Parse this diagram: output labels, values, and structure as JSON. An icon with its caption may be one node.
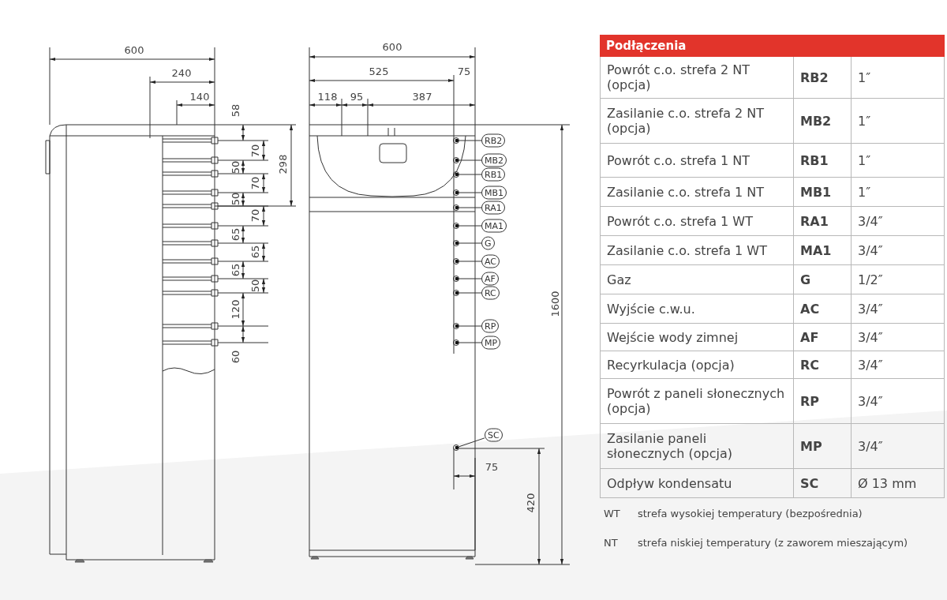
{
  "diagram": {
    "nodes": [
      {
        "text": [
          "RB2"
        ]
      },
      {
        "text": [
          "MB2"
        ]
      },
      {
        "text": [
          "RB1"
        ]
      },
      {
        "text": [
          "MB1"
        ]
      },
      {
        "text": [
          "RA1"
        ]
      },
      {
        "text": [
          "MA1"
        ]
      },
      {
        "text": [
          "G"
        ]
      },
      {
        "text": [
          "AC"
        ]
      },
      {
        "text": [
          "AF"
        ]
      },
      {
        "text": [
          "RC"
        ]
      },
      {
        "text": [
          "RP"
        ]
      },
      {
        "text": [
          "MP"
        ]
      },
      {
        "text": [
          "SC"
        ]
      },
      {
        "text": [],
        "shape": "circle"
      },
      {
        "text": [],
        "shape": "circle"
      },
      {
        "text": [],
        "shape": "circle"
      },
      {
        "text": [],
        "shape": "circle"
      },
      {
        "text": [],
        "shape": "circle"
      },
      {
        "text": [],
        "shape": "circle"
      },
      {
        "text": [],
        "shape": "circle"
      },
      {
        "text": [],
        "shape": "circle"
      },
      {
        "text": [],
        "shape": "circle"
      },
      {
        "text": [],
        "shape": "circle"
      },
      {
        "text": [],
        "shape": "circle"
      },
      {
        "text": [],
        "shape": "circle"
      },
      {
        "text": [],
        "shape": "circle"
      }
    ],
    "edges": [
      {
        "from": 0,
        "to": 13,
        "arrow": "none"
      },
      {
        "from": 1,
        "to": 14,
        "arrow": "none"
      },
      {
        "from": 2,
        "to": 15,
        "arrow": "none"
      },
      {
        "from": 3,
        "to": 16,
        "arrow": "none"
      },
      {
        "from": 4,
        "to": 17,
        "arrow": "none"
      },
      {
        "from": 5,
        "to": 18,
        "arrow": "none"
      },
      {
        "from": 6,
        "to": 19,
        "arrow": "none"
      },
      {
        "from": 7,
        "to": 20,
        "arrow": "none"
      },
      {
        "from": 8,
        "to": 21,
        "arrow": "none"
      },
      {
        "from": 9,
        "to": 22,
        "arrow": "none"
      },
      {
        "from": 10,
        "to": 23,
        "arrow": "none"
      },
      {
        "from": 11,
        "to": 24,
        "arrow": "none"
      },
      {
        "from": 12,
        "to": 25,
        "arrow": "none"
      }
    ],
    "labels": [
      "600",
      "240",
      "140",
      "58",
      "298",
      "70",
      "50",
      "70",
      "50",
      "70",
      "65",
      "65",
      "65",
      "50",
      "120",
      "60",
      "600",
      "525",
      "75",
      "118",
      "95",
      "387",
      "1600",
      "75",
      "420",
      "Podłączenia",
      "Powrót c.o. strefa 2 NT (opcja)",
      "RB2",
      "1″",
      "Zasilanie c.o. strefa 2 NT (opcja)",
      "MB2",
      "1″",
      "Powrót c.o. strefa 1 NT",
      "RB1",
      "1″",
      "Zasilanie c.o. strefa 1 NT",
      "MB1",
      "1″",
      "Powrót c.o. strefa 1 WT",
      "RA1",
      "3/4″",
      "Zasilanie c.o. strefa 1 WT",
      "MA1",
      "3/4″",
      "Gaz",
      "G",
      "1/2″",
      "Wyjście c.w.u.",
      "AC",
      "3/4″",
      "Wejście wody zimnej",
      "AF",
      "3/4″",
      "Recyrkulacja (opcja)",
      "RC",
      "3/4″",
      "Powrót z paneli słonecznych (opcja)",
      "RP",
      "3/4″",
      "Zasilanie paneli słonecznych (opcja)",
      "MP",
      "3/4″",
      "Odpływ kondensatu",
      "SC",
      "Ø 13 mm",
      "WT",
      "strefa wysokiej temperatury (bezpośrednia)",
      "NT",
      "strefa niskiej temperatury (z zaworem mieszającym)"
    ]
  }
}
